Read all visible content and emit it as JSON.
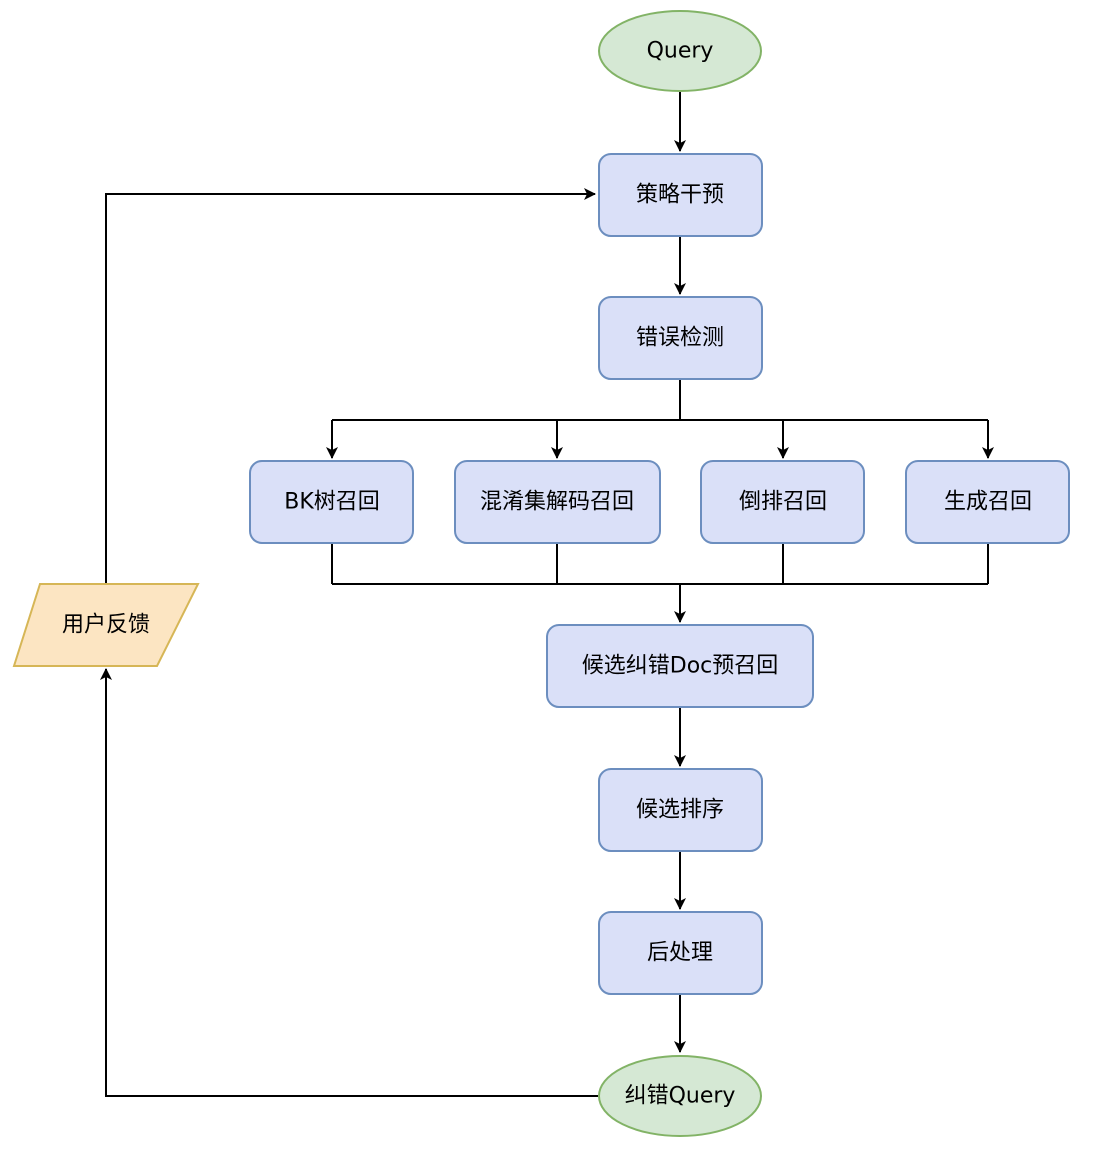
{
  "diagram": {
    "colors": {
      "process_fill": "#dae0f8",
      "process_stroke": "#6c8ebf",
      "terminal_fill": "#d5e8d4",
      "terminal_stroke": "#82b366",
      "io_fill": "#fce5c2",
      "io_stroke": "#d6b656",
      "edge": "#000000"
    },
    "nodes": {
      "query": {
        "label": "Query",
        "shape": "ellipse"
      },
      "strategy_intervention": {
        "label": "策略干预",
        "shape": "rounded-rect"
      },
      "error_detection": {
        "label": "错误检测",
        "shape": "rounded-rect"
      },
      "bk_tree_recall": {
        "label": "BK树召回",
        "shape": "rounded-rect"
      },
      "confusion_set_decode_recall": {
        "label": "混淆集解码召回",
        "shape": "rounded-rect"
      },
      "inverted_index_recall": {
        "label": "倒排召回",
        "shape": "rounded-rect"
      },
      "generative_recall": {
        "label": "生成召回",
        "shape": "rounded-rect"
      },
      "candidate_doc_prerecall": {
        "label": "候选纠错Doc预召回",
        "shape": "rounded-rect"
      },
      "candidate_ranking": {
        "label": "候选排序",
        "shape": "rounded-rect"
      },
      "post_processing": {
        "label": "后处理",
        "shape": "rounded-rect"
      },
      "corrected_query": {
        "label": "纠错Query",
        "shape": "ellipse"
      },
      "user_feedback": {
        "label": "用户反馈",
        "shape": "parallelogram"
      }
    },
    "edges": [
      {
        "from": "query",
        "to": "strategy_intervention"
      },
      {
        "from": "strategy_intervention",
        "to": "error_detection"
      },
      {
        "from": "error_detection",
        "to": "bk_tree_recall"
      },
      {
        "from": "error_detection",
        "to": "confusion_set_decode_recall"
      },
      {
        "from": "error_detection",
        "to": "inverted_index_recall"
      },
      {
        "from": "error_detection",
        "to": "generative_recall"
      },
      {
        "from": "bk_tree_recall",
        "to": "candidate_doc_prerecall"
      },
      {
        "from": "confusion_set_decode_recall",
        "to": "candidate_doc_prerecall"
      },
      {
        "from": "inverted_index_recall",
        "to": "candidate_doc_prerecall"
      },
      {
        "from": "generative_recall",
        "to": "candidate_doc_prerecall"
      },
      {
        "from": "candidate_doc_prerecall",
        "to": "candidate_ranking"
      },
      {
        "from": "candidate_ranking",
        "to": "post_processing"
      },
      {
        "from": "post_processing",
        "to": "corrected_query"
      },
      {
        "from": "corrected_query",
        "to": "user_feedback"
      },
      {
        "from": "user_feedback",
        "to": "strategy_intervention"
      }
    ]
  }
}
